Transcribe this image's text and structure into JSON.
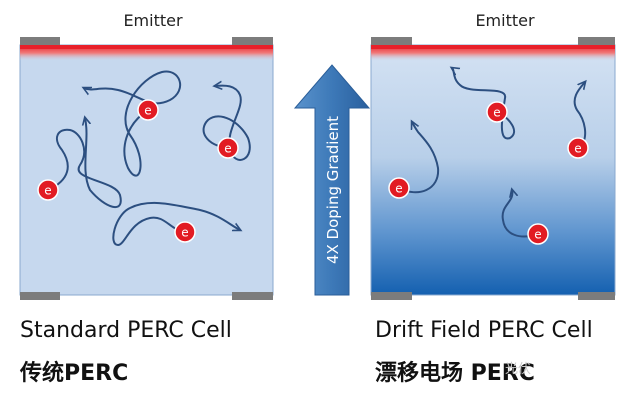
{
  "left_panel": {
    "emitter_label": "Emitter",
    "caption_en": "Standard PERC Cell",
    "caption_zh": "传统PERC",
    "electron_label": "e"
  },
  "right_panel": {
    "emitter_label": "Emitter",
    "caption_en": "Drift Field PERC Cell",
    "caption_zh": "漂移电场 PERC",
    "electron_label": "e"
  },
  "arrow": {
    "label": "4X Doping Gradient",
    "direction": "up"
  },
  "watermark": "光伏",
  "colors": {
    "emitter_red": "#e8202a",
    "contact_gray": "#7c7c7c",
    "left_fill": "#c6d8ee",
    "right_fill_top": "#d4e2f3",
    "right_fill_bottom": "#1460b0",
    "path_color": "#2c4f80",
    "electron_fill": "#e21b23",
    "arrow_fill": "#3d79b8",
    "arrow_text": "#ffffff"
  }
}
